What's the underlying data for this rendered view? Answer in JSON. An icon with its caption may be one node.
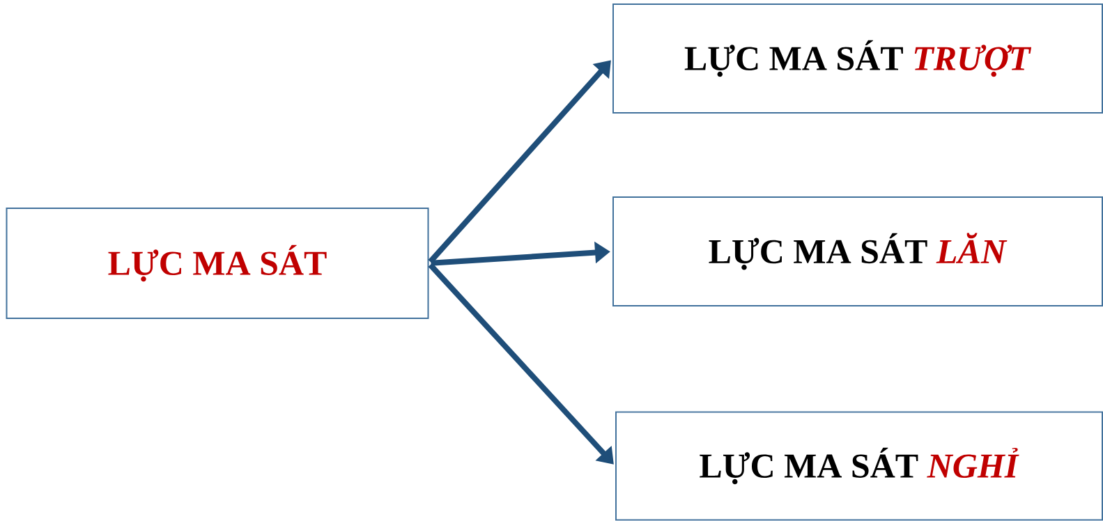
{
  "diagram": {
    "nodes": [
      {
        "text": [
          "LỰC MA SÁT"
        ]
      },
      {
        "text": [
          "LỰC MA SÁT *TRƯỢT*"
        ]
      },
      {
        "text": [
          "LỰC MA SÁT *LĂN*"
        ]
      },
      {
        "text": [
          "LỰC MA SÁT *NGHỈ*"
        ]
      }
    ],
    "edges": [
      {
        "from": 0,
        "to": 1,
        "arrow": "to"
      },
      {
        "from": 0,
        "to": 2,
        "arrow": "to"
      },
      {
        "from": 0,
        "to": 3,
        "arrow": "to"
      }
    ]
  }
}
